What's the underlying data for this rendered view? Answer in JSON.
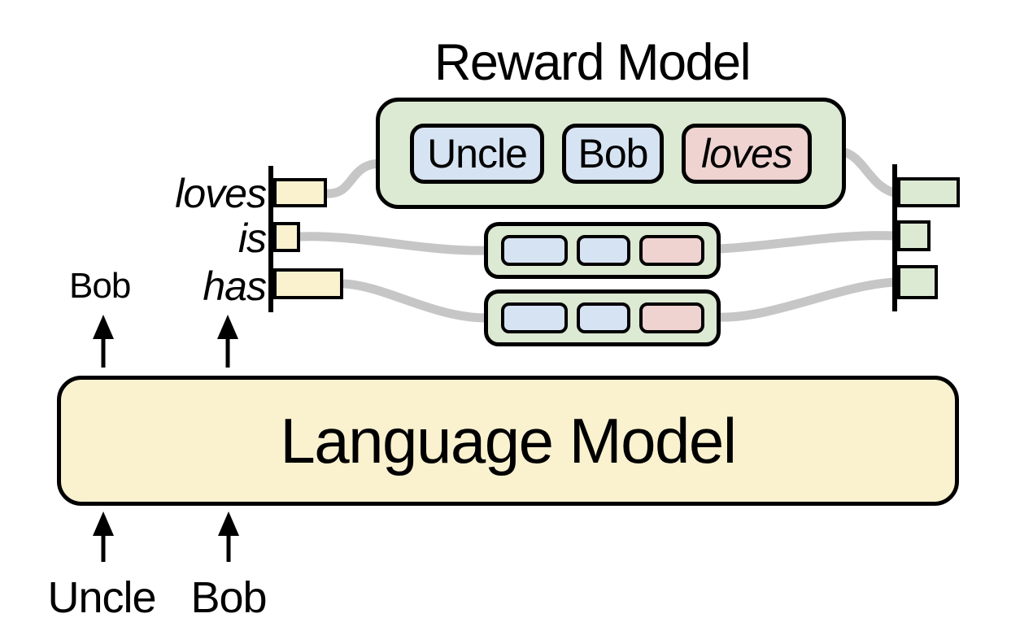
{
  "title": "Reward Model",
  "reward_tokens": [
    "Uncle",
    "Bob",
    "loves"
  ],
  "candidate_rows": [
    {
      "pattern": [
        "blue",
        "blue",
        "pink"
      ]
    },
    {
      "pattern": [
        "blue",
        "blue",
        "pink"
      ]
    }
  ],
  "left_chart": {
    "labels": [
      "loves",
      "is",
      "has"
    ],
    "output_label": "Bob",
    "bar_styles": [
      "left:336px;top:219px;width:66px;height:36px",
      "left:336px;top:273px;width:33px;height:37px",
      "left:336px;top:330px;width:86px;height:38px"
    ]
  },
  "right_chart": {
    "bar_styles": [
      "left:1103px;top:218px;width:77px;height:37px",
      "left:1103px;top:271px;width:41px;height:38px",
      "left:1103px;top:326px;width:50px;height:42px"
    ]
  },
  "language_model": {
    "label": "Language Model",
    "inputs": [
      "Uncle",
      "Bob"
    ]
  },
  "colors": {
    "green": "#dce9d3",
    "blue": "#d6e3f3",
    "pink": "#eed3d1",
    "cream": "#faf1cf",
    "connector": "#c6c6c6",
    "outline": "#000000"
  }
}
